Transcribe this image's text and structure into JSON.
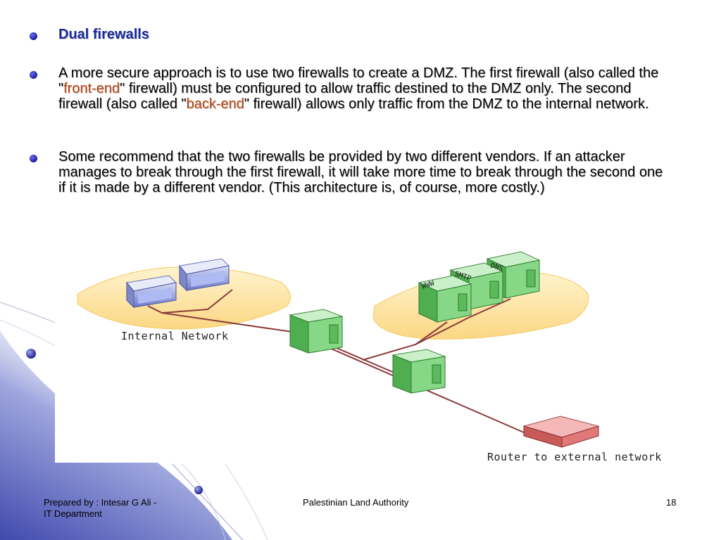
{
  "bullets": [
    {
      "heading": "Dual firewalls"
    },
    {
      "parts": [
        "A more secure approach is to use two firewalls to create a DMZ. The first firewall (also called the \"",
        "front-end",
        "\" firewall) must be configured to allow traffic destined to the DMZ only. The second firewall (also called \"",
        "back-end",
        "\" firewall) allows only traffic from the DMZ to the internal network."
      ]
    },
    {
      "text": "Some recommend that the two firewalls be provided by two different vendors. If an attacker manages to break through the first firewall, it will take more time to break through the second one if it is made by a different vendor. (This architecture is, of course, more costly.)"
    }
  ],
  "diagram": {
    "internal_label": "Internal Network",
    "router_label": "Router to external network",
    "server_labels": {
      "www": "WWW",
      "smtp": "SMTP",
      "dns": "DNS"
    }
  },
  "footer": {
    "left_line1": "Prepared by : Intesar G Ali -",
    "left_line2": "IT Department",
    "center": "Palestinian Land Authority",
    "page": "18"
  },
  "colors": {
    "heading": "#1a2a9a",
    "highlight": "#b5400c",
    "server_green": "#7ccf7c",
    "router_red": "#e07878",
    "zone_yellow": "#fde6a0",
    "cable": "#8b3a3a"
  }
}
